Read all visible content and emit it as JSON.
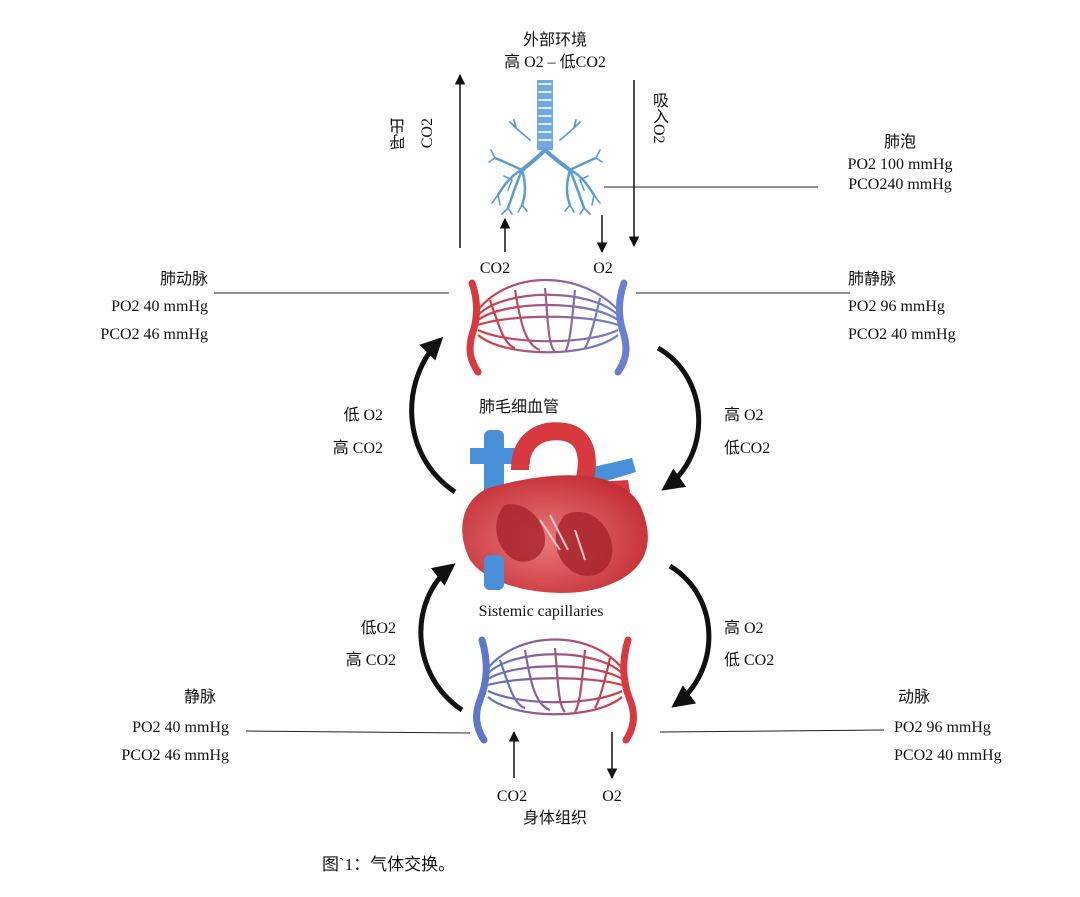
{
  "environment": {
    "title": "外部环境",
    "subtitle": "高 O2 – 低CO2"
  },
  "exhale": {
    "line1": "呼出",
    "line2": "CO2"
  },
  "inhale": {
    "text": "吸入O2"
  },
  "alveoli": {
    "title": "肺泡",
    "po2": "PO2 100 mmHg",
    "pco2": "PCO240 mmHg"
  },
  "lung_exchange": {
    "co2": "CO2",
    "o2": "O2"
  },
  "pulmonary_artery": {
    "title": "肺动脉",
    "po2": "PO2 40 mmHg",
    "pco2": "PCO2 46 mmHg"
  },
  "pulmonary_vein": {
    "title": "肺静脉",
    "po2": "PO2 96 mmHg",
    "pco2": "PCO2 40 mmHg"
  },
  "pulmonary_capillaries": {
    "label": "肺毛细血管"
  },
  "upper_left_flow": {
    "line1": "低 O2",
    "line2": "高 CO2"
  },
  "upper_right_flow": {
    "line1": "高 O2",
    "line2": "低CO2"
  },
  "systemic_capillaries": {
    "label": "Sistemic capillaries"
  },
  "lower_left_flow": {
    "line1": "低O2",
    "line2": "高 CO2"
  },
  "lower_right_flow": {
    "line1": "高 O2",
    "line2": "低 CO2"
  },
  "vein": {
    "title": "静脉",
    "po2": "PO2 40 mmHg",
    "pco2": "PCO2 46 mmHg"
  },
  "artery": {
    "title": "动脉",
    "po2": "PO2 96 mmHg",
    "pco2": "PCO2 40 mmHg"
  },
  "tissue_exchange": {
    "co2": "CO2",
    "o2": "O2",
    "label": "身体组织"
  },
  "caption": "图`1：气体交换。",
  "colors": {
    "oxygenated": "#d8393f",
    "deoxygenated": "#5c78c6",
    "airway": "#5b9bd5",
    "ink": "#111111"
  }
}
